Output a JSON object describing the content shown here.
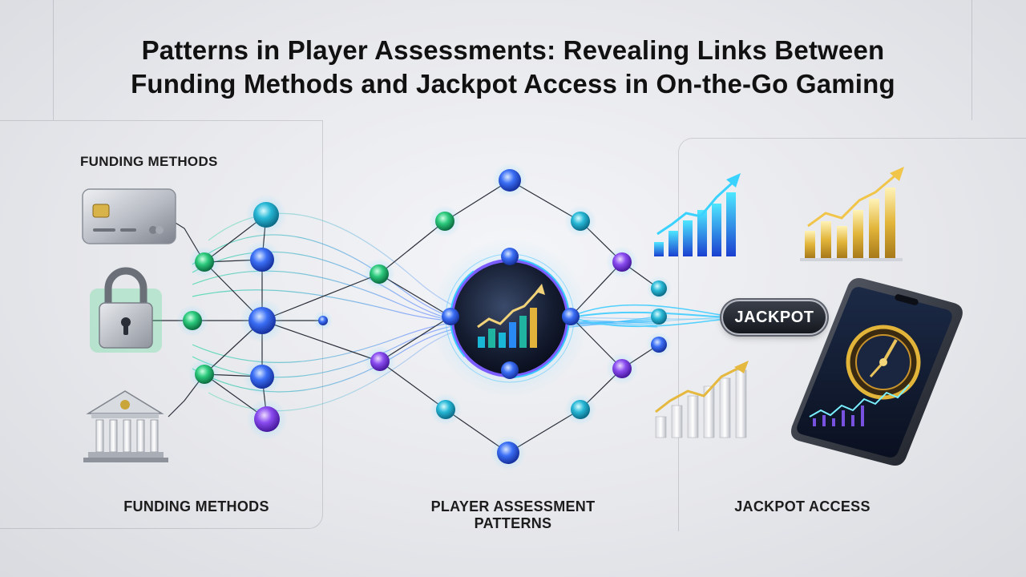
{
  "title": {
    "line1": "Patterns in Player Assessments: Revealing Links Between",
    "line2": "Funding Methods and Jackpot Access in On-the-Go Gaming"
  },
  "sections": {
    "funding_top": "FUNDING METHODS",
    "funding_bottom": "FUNDING METHODS",
    "patterns_line1": "PLAYER ASSESSMENT",
    "patterns_line2": "PATTERNS",
    "jackpot_access": "JACKPOT ACCESS"
  },
  "badge": {
    "jackpot": "JACKPOT"
  },
  "icons": {
    "credit_card": "credit-card-icon",
    "padlock": "padlock-icon",
    "bank": "bank-icon",
    "hub_chart": "growth-chart-icon",
    "phone": "smartphone-icon"
  },
  "colors": {
    "green": "#1fb36a",
    "cyan": "#19a6c9",
    "blue": "#2f5df0",
    "purple": "#7b3fe0",
    "gold": "#d4a72c",
    "teal_bar": "#19b6d6"
  }
}
